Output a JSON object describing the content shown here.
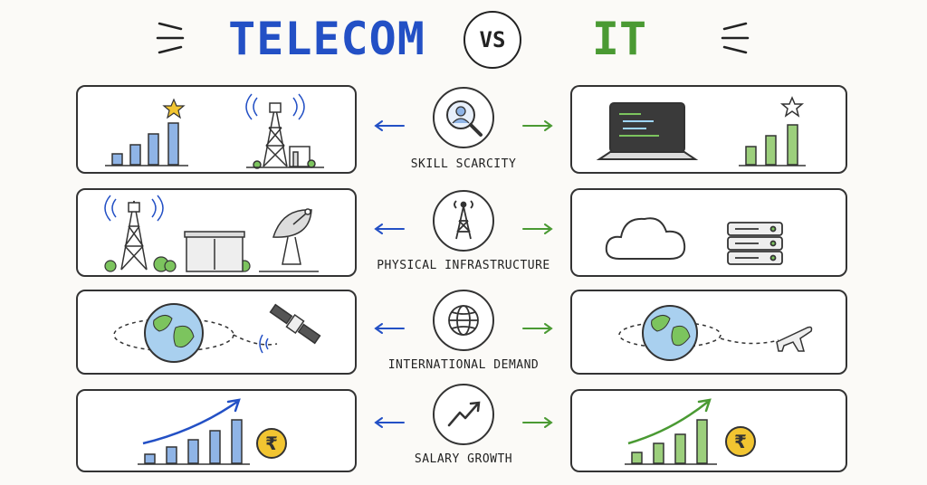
{
  "title": {
    "left": "TELECOM",
    "vs": "VS",
    "right": "IT"
  },
  "colors": {
    "telecom": "#2350c5",
    "it": "#4a9a33",
    "ink": "#222222",
    "bar_blue": "#8fb4e6",
    "bar_green": "#9ccf7c",
    "coin": "#f2c531"
  },
  "rows": [
    {
      "label": "SKILL SCARCITY",
      "center_icon": "magnifier-person-icon",
      "left_icons": [
        "bar-chart-icon",
        "star-icon",
        "cell-tower-icon",
        "equipment-shed-icon"
      ],
      "right_icons": [
        "laptop-code-icon",
        "bar-chart-icon",
        "star-icon"
      ]
    },
    {
      "label": "PHYSICAL INFRASTRUCTURE",
      "center_icon": "tower-icon",
      "left_icons": [
        "cell-tower-icon",
        "cabinet-icon",
        "satellite-dish-icon",
        "bush-icon"
      ],
      "right_icons": [
        "cloud-icon",
        "server-rack-icon"
      ]
    },
    {
      "label": "INTERNATIONAL DEMAND",
      "center_icon": "globe-icon",
      "left_icons": [
        "earth-icon",
        "satellite-icon"
      ],
      "right_icons": [
        "earth-icon",
        "airplane-icon"
      ]
    },
    {
      "label": "SALARY GROWTH",
      "center_icon": "trend-up-icon",
      "left_icons": [
        "growth-chart-icon",
        "rupee-coin-icon"
      ],
      "right_icons": [
        "growth-chart-icon",
        "rupee-coin-icon"
      ]
    }
  ],
  "coin_symbol": "₹"
}
